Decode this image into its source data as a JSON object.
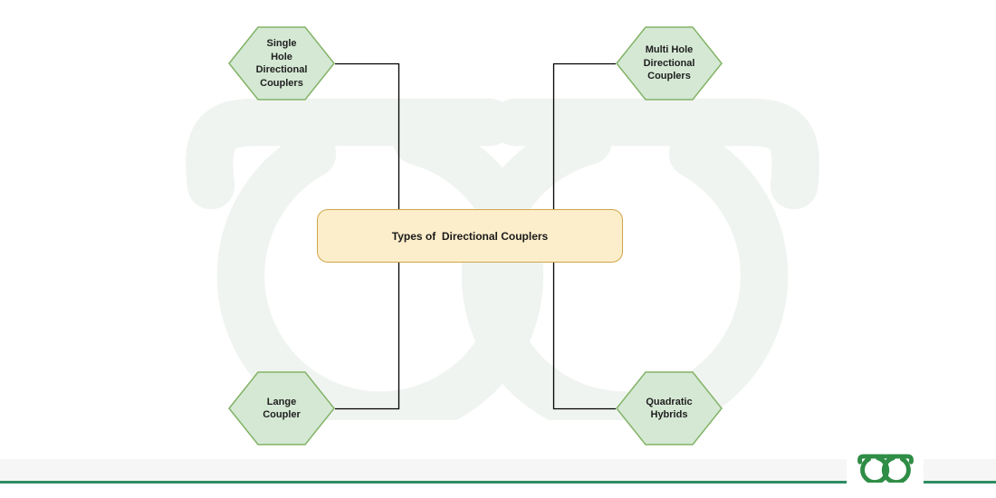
{
  "diagram": {
    "center": {
      "label": "Types of  Directional Couplers"
    },
    "nodes": [
      {
        "id": "single-hole",
        "label": "Single\nHole\nDirectional\nCouplers"
      },
      {
        "id": "multi-hole",
        "label": "Multi Hole\nDirectional\nCouplers"
      },
      {
        "id": "lange",
        "label": "Lange\nCoupler"
      },
      {
        "id": "quadratic",
        "label": "Quadratic\nHybrids"
      }
    ]
  },
  "branding": {
    "watermark_icon": "geeksforgeeks-logo-watermark",
    "footer_icon": "geeksforgeeks-logo"
  },
  "colors": {
    "hexagon_fill": "#d5e8d4",
    "hexagon_border": "#82b366",
    "center_fill": "#fdeecb",
    "center_border": "#cda64a",
    "connector": "#000000",
    "brand_green": "#2f8d46",
    "footer_line": "#2e8d62",
    "footer_band": "#f6f6f6",
    "watermark": "#f2f5f1"
  }
}
